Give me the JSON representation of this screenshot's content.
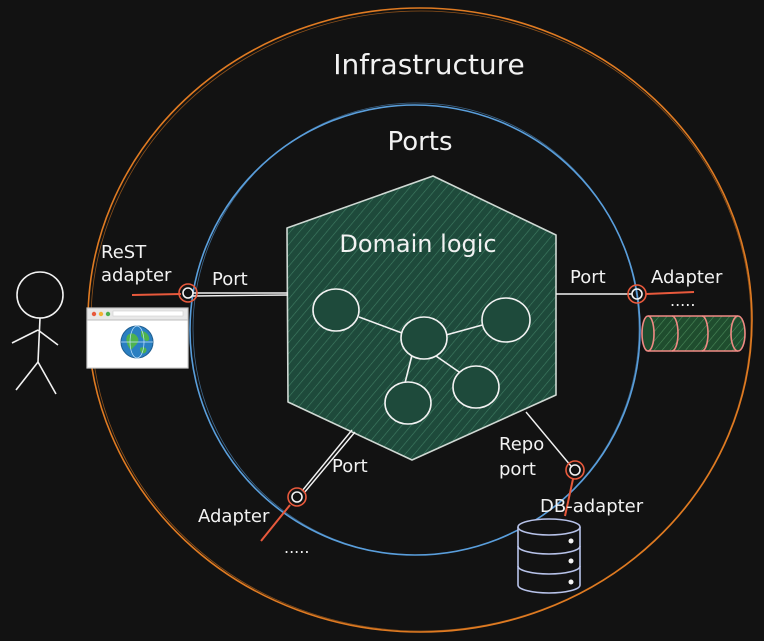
{
  "labels": {
    "infrastructure": "Infrastructure",
    "ports": "Ports",
    "domain_logic": "Domain logic",
    "rest_adapter_line1": "ReST",
    "rest_adapter_line2": "adapter",
    "port_left": "Port",
    "port_right": "Port",
    "adapter_right": "Adapter",
    "dots_right": ".....",
    "port_bottom": "Port",
    "adapter_bottom": "Adapter",
    "dots_bottom": ".....",
    "repo_port_line1": "Repo",
    "repo_port_line2": "port",
    "db_adapter": "DB-adapter"
  },
  "colors": {
    "background": "#121212",
    "infrastructure_ring": "#e07b22",
    "ports_ring": "#5a9fdc",
    "hexagon_fill": "#1e4a3b",
    "hexagon_stroke": "#cfd8d3",
    "adapter_accent": "#e8593c",
    "cylinder_fill": "#1f4d2e",
    "cylinder_stroke": "#f08a84",
    "database_stroke": "#b8c3ea",
    "text": "#f2f2f2"
  },
  "icons": {
    "user": "stick-figure-icon",
    "browser": "browser-window-icon",
    "globe": "globe-icon",
    "external_system": "cylinder-icon",
    "database": "database-icon"
  }
}
